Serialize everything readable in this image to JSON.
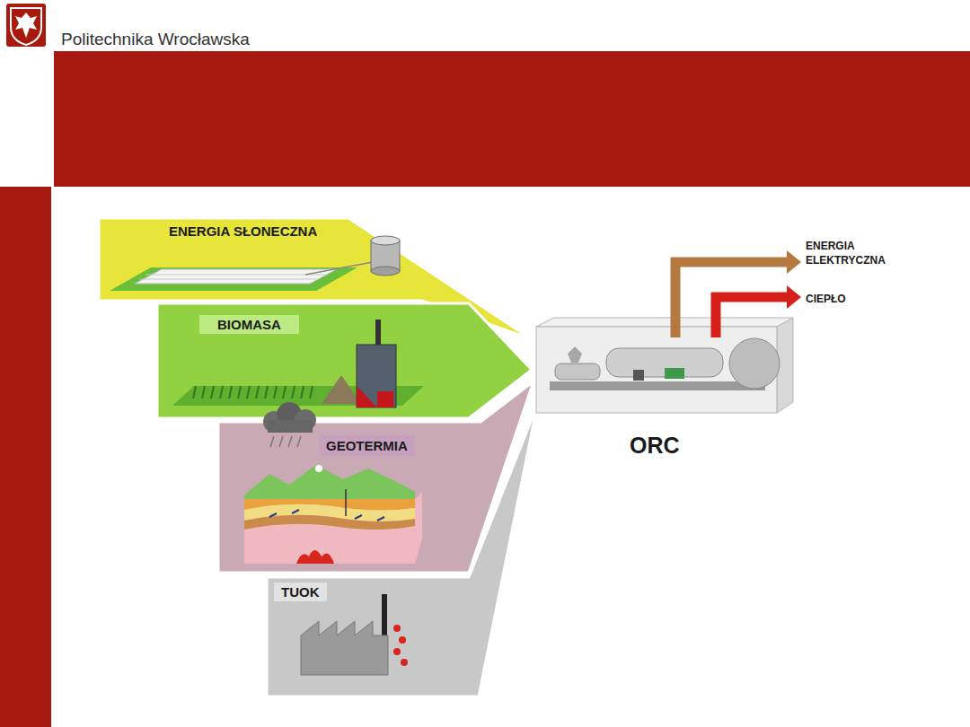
{
  "diagram": {
    "nodes": [
      {
        "text": [
          "ENERGIA SŁONECZNA"
        ]
      },
      {
        "text": [
          "BIOMASA"
        ]
      },
      {
        "text": [
          "GEOTERMIA"
        ]
      },
      {
        "text": [
          "TUOK"
        ]
      },
      {
        "text": [
          "ORC"
        ]
      }
    ],
    "labels": [
      "Politechnika Wrocławska",
      "ENERGIA ELEKTRYCZNA",
      "CIEPŁO"
    ]
  }
}
